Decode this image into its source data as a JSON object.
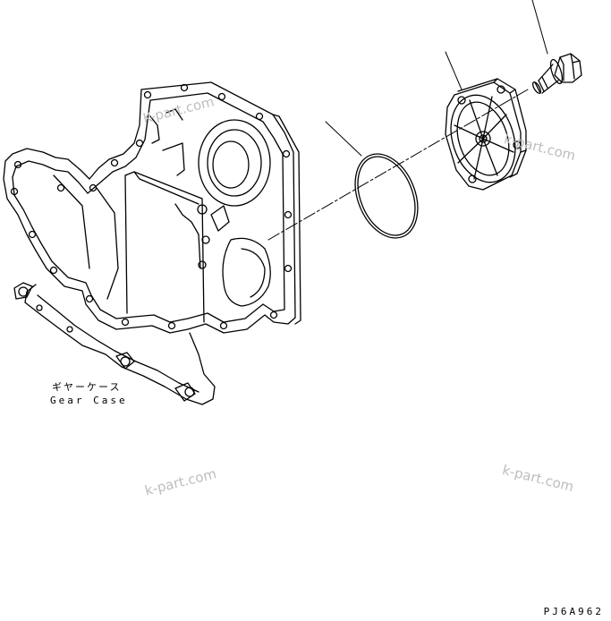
{
  "labels": {
    "gear_case_jp": "ギヤーケース",
    "gear_case_en": "Gear Case",
    "drawing_code": "PJ6A962"
  },
  "watermarks": [
    "K-part.com",
    "k-part.com",
    "k-part.com",
    "k-part.com"
  ],
  "colors": {
    "line": "#000000",
    "watermark": "#bdbdbd",
    "background": "#ffffff"
  }
}
